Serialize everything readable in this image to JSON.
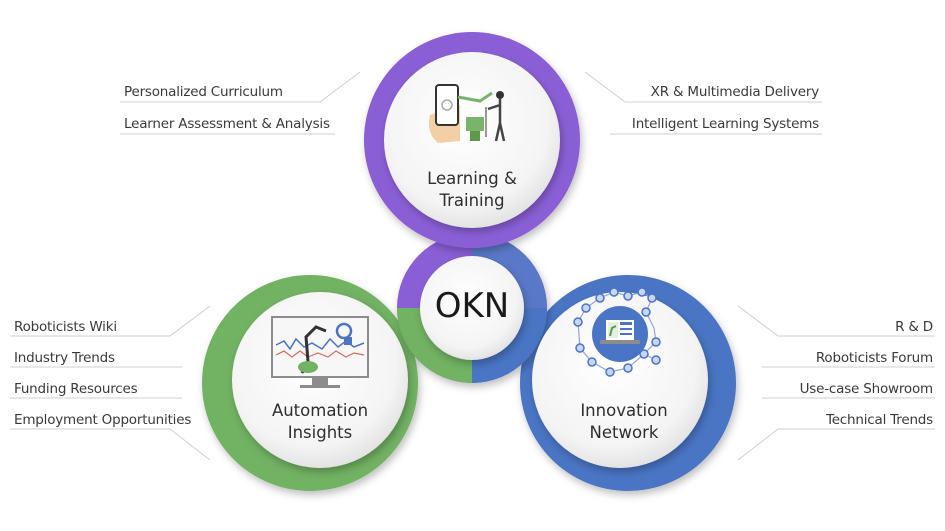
{
  "diagram": {
    "center": {
      "label": "OKN"
    },
    "colors": {
      "learning": "#8a5fd6",
      "automation": "#72b264",
      "innovation": "#4a74c4",
      "connector": "#c8c8c8",
      "text": "#3a3a3a"
    },
    "nodes": [
      {
        "id": "learning",
        "title_line1": "Learning &",
        "title_line2": "Training",
        "icon": "vr-training-icon",
        "items": [
          "Personalized Curriculum",
          "Learner Assessment & Analysis",
          "XR & Multimedia Delivery",
          "Intelligent Learning Systems"
        ]
      },
      {
        "id": "automation",
        "title_line1": "Automation",
        "title_line2": "Insights",
        "icon": "robot-arm-monitor-icon",
        "items": [
          "Roboticists Wiki",
          "Industry Trends",
          "Funding Resources",
          "Employment Opportunities"
        ]
      },
      {
        "id": "innovation",
        "title_line1": "Innovation",
        "title_line2": "Network",
        "icon": "network-laptop-icon",
        "items": [
          "R & D",
          "Roboticists Forum",
          "Use-case Showroom",
          "Technical Trends"
        ]
      }
    ]
  }
}
